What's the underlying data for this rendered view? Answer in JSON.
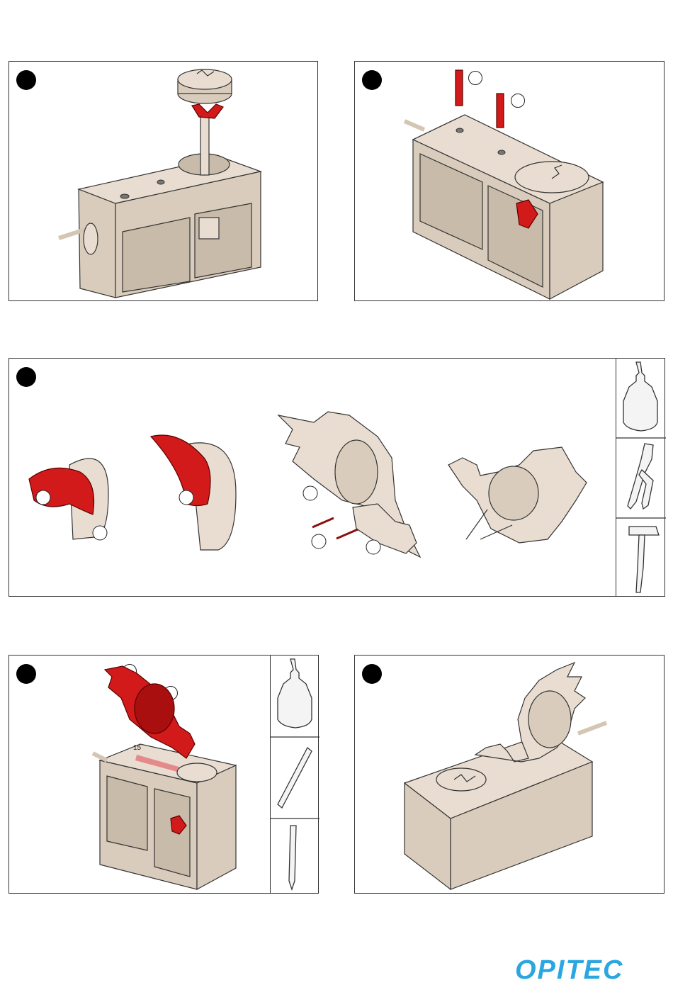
{
  "document": {
    "steps": [
      {
        "id": "step-1",
        "label": ""
      },
      {
        "id": "step-2",
        "label": ""
      },
      {
        "id": "step-3",
        "label": ""
      },
      {
        "id": "step-4",
        "label": ""
      },
      {
        "id": "step-5",
        "label": ""
      }
    ],
    "ruler_mark": "15",
    "brand": "OPITEC",
    "colors": {
      "accent_part": "#d21a1a",
      "wood": "#e8ddd0",
      "brand": "#2aa6e0"
    },
    "tools_step3": [
      "glue-bottle-icon",
      "pliers-icon",
      "hammer-icon"
    ],
    "tools_step4": [
      "glue-bottle-icon",
      "ruler-icon",
      "pencil-icon"
    ]
  }
}
